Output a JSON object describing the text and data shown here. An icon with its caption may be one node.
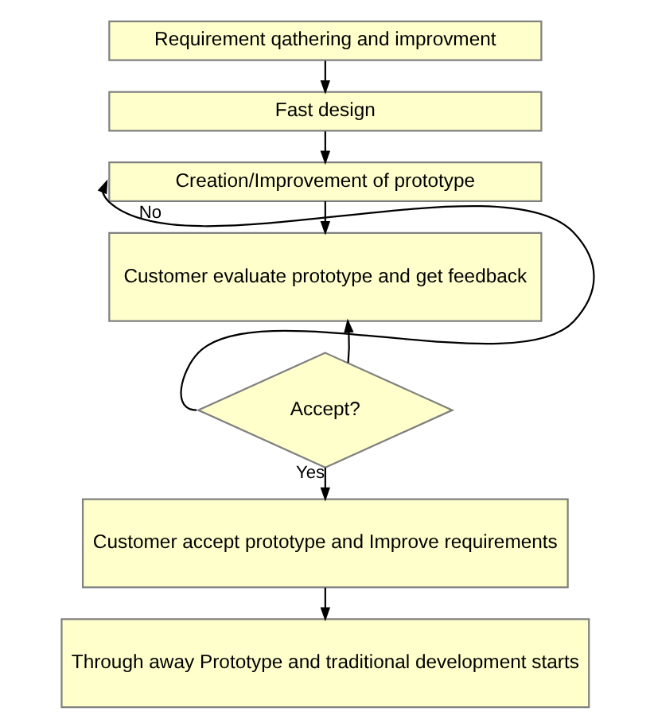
{
  "diagram": {
    "nodes": [
      {
        "text": [
          "Requirement qathering and improvment"
        ]
      },
      {
        "text": [
          "Fast design"
        ]
      },
      {
        "text": [
          "Creation/Improvement of prototype"
        ]
      },
      {
        "text": [
          "Customer evaluate prototype and get feedback"
        ]
      },
      {
        "text": [
          "Accept?"
        ]
      },
      {
        "text": [
          "Customer accept prototype and Improve requirements"
        ]
      },
      {
        "text": [
          "Through away Prototype and traditional development starts"
        ]
      }
    ],
    "edges": [
      {
        "from": 0,
        "to": 1,
        "arrow": "to"
      },
      {
        "from": 1,
        "to": 2,
        "arrow": "to"
      },
      {
        "from": 2,
        "to": 3,
        "arrow": "to"
      },
      {
        "from": 4,
        "to": 3,
        "arrow": "to"
      },
      {
        "from": 4,
        "to": 2,
        "arrow": "to",
        "label": "No"
      },
      {
        "from": 4,
        "to": 5,
        "arrow": "to",
        "label": "Yes"
      },
      {
        "from": 5,
        "to": 6,
        "arrow": "to"
      }
    ]
  }
}
